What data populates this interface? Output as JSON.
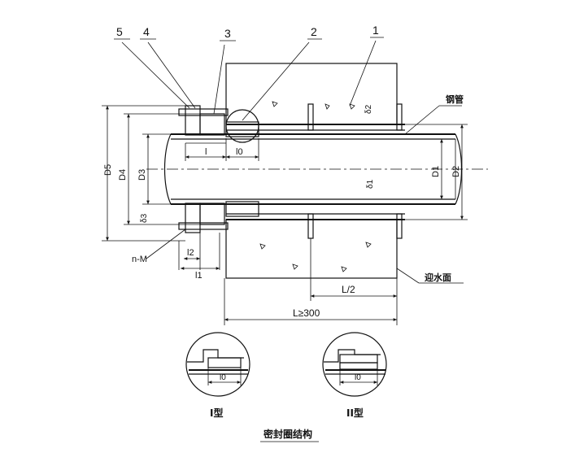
{
  "callouts": [
    "5",
    "4",
    "3",
    "2",
    "1"
  ],
  "labels": {
    "steel_pipe": "钢管",
    "water_face": "迎水面",
    "n_m": "n-M",
    "D1": "D1",
    "D2": "D2",
    "D3": "D3",
    "D4": "D4",
    "D5": "D5",
    "delta1": "δ1",
    "delta2": "δ2",
    "delta3": "δ3",
    "l": "l",
    "l0": "l0",
    "l1": "l1",
    "l2": "l2",
    "half_L": "L/2",
    "L_min": "L≥300"
  },
  "detail": {
    "type1_label": "I型",
    "type2_label": "II型",
    "l0": "l0",
    "caption": "密封圈结构"
  }
}
